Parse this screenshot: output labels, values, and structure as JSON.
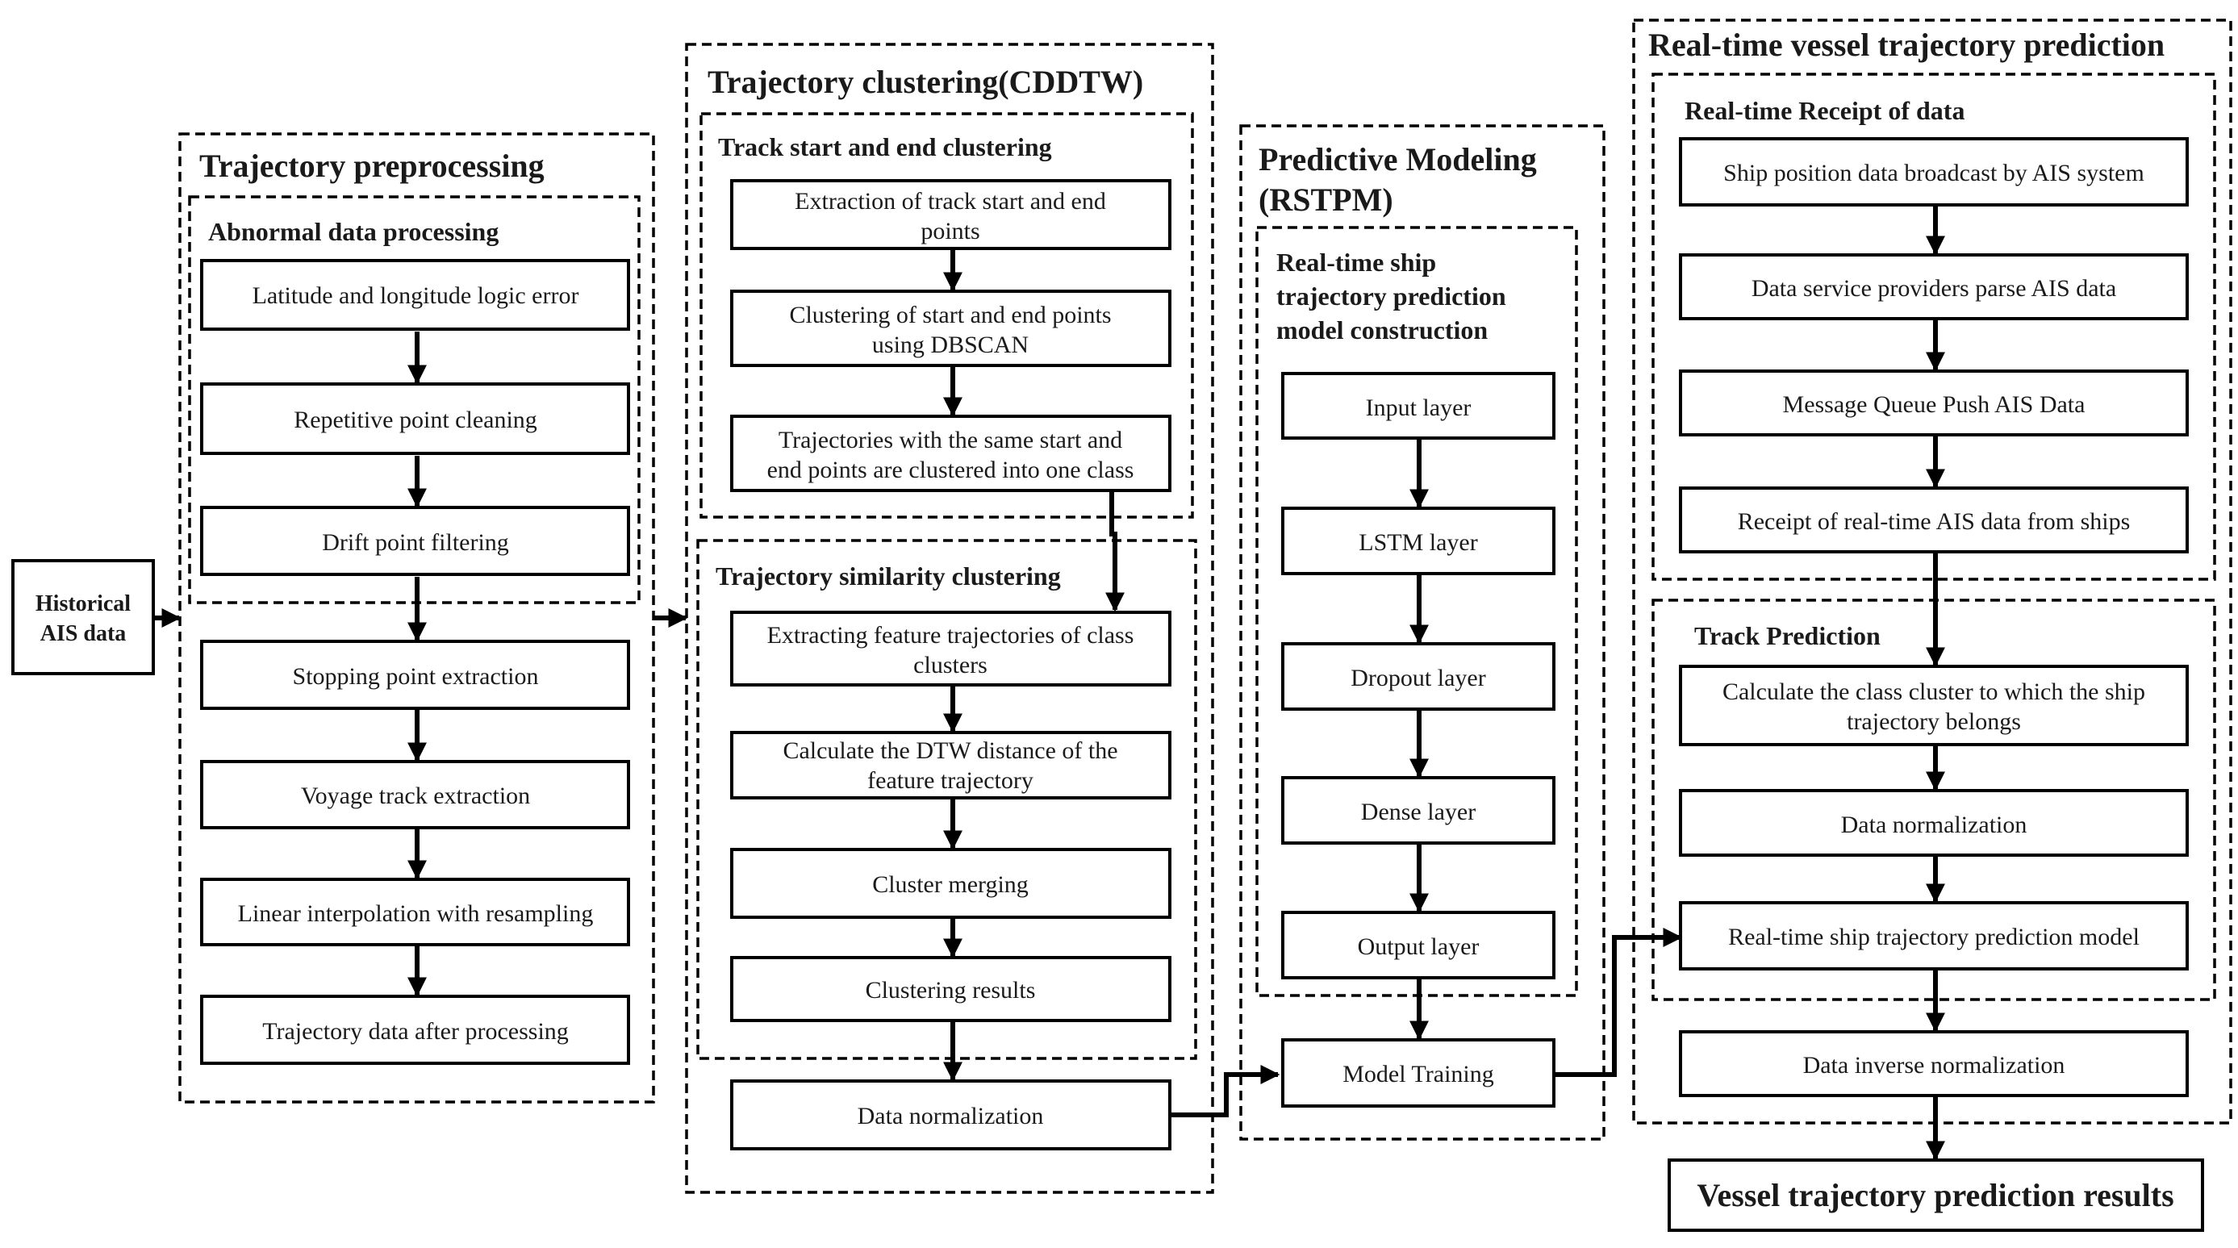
{
  "input": {
    "historical": [
      "Historical",
      "AIS data"
    ]
  },
  "preprocessing": {
    "title": "Trajectory preprocessing",
    "abnormal_title": "Abnormal data processing",
    "abnormal_steps": [
      "Latitude and longitude logic error",
      "Repetitive point cleaning",
      "Drift point filtering"
    ],
    "steps": [
      "Stopping point extraction",
      "Voyage track extraction",
      "Linear interpolation with resampling",
      "Trajectory data after processing"
    ]
  },
  "clustering": {
    "title": "Trajectory clustering(CDDTW)",
    "start_end_title": "Track start and end clustering",
    "start_end_steps": [
      [
        "Extraction of track start and end",
        "points"
      ],
      [
        "Clustering of start and end points",
        "using DBSCAN"
      ],
      [
        "Trajectories with the same start and",
        "end points are clustered into one class"
      ]
    ],
    "similarity_title": "Trajectory similarity clustering",
    "similarity_steps": [
      [
        "Extracting feature trajectories of class",
        "clusters"
      ],
      [
        "Calculate the DTW distance of the",
        "feature trajectory"
      ],
      [
        "Cluster merging"
      ],
      [
        "Clustering results"
      ]
    ],
    "normalization": "Data normalization"
  },
  "modeling": {
    "title": [
      "Predictive Modeling",
      "(RSTPM)"
    ],
    "construction_title": [
      "Real-time ship",
      "trajectory prediction",
      "model construction"
    ],
    "layers": [
      "Input layer",
      "LSTM layer",
      "Dropout layer",
      "Dense layer",
      "Output layer"
    ],
    "training": "Model Training"
  },
  "realtime": {
    "title": "Real-time vessel trajectory prediction",
    "receipt_title": "Real-time Receipt of data",
    "receipt_steps": [
      "Ship position data broadcast by AIS system",
      "Data service providers parse AIS data",
      "Message Queue Push AIS Data",
      "Receipt of real-time AIS data from ships"
    ],
    "prediction_title": "Track Prediction",
    "prediction_steps": [
      [
        "Calculate the class cluster to which the ship",
        "trajectory belongs"
      ],
      [
        "Data normalization"
      ],
      [
        "Real-time ship trajectory prediction model"
      ]
    ],
    "inverse": "Data inverse normalization",
    "result": "Vessel trajectory prediction results"
  }
}
